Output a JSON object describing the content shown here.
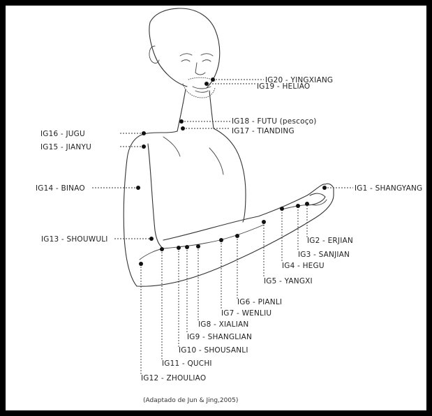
{
  "points": [
    {
      "id": "ig20",
      "label": "IG20 - YINGXIANG"
    },
    {
      "id": "ig19",
      "label": "IG19 - HELIAO"
    },
    {
      "id": "ig18",
      "label": "IG18 - FUTU (pescoço)"
    },
    {
      "id": "ig17",
      "label": "IG17 - TIANDING"
    },
    {
      "id": "ig16",
      "label": "IG16 - JUGU"
    },
    {
      "id": "ig15",
      "label": "IG15 - JIANYU"
    },
    {
      "id": "ig14",
      "label": "IG14 - BINAO"
    },
    {
      "id": "ig13",
      "label": "IG13 - SHOUWULI"
    },
    {
      "id": "ig1",
      "label": "IG1 - SHANGYANG"
    },
    {
      "id": "ig2",
      "label": "IG2 - ERJIAN"
    },
    {
      "id": "ig3",
      "label": "IG3 - SANJIAN"
    },
    {
      "id": "ig4",
      "label": "IG4 - HEGU"
    },
    {
      "id": "ig5",
      "label": "IG5 - YANGXI"
    },
    {
      "id": "ig6",
      "label": "IG6 - PIANLI"
    },
    {
      "id": "ig7",
      "label": "IG7 - WENLIU"
    },
    {
      "id": "ig8",
      "label": "IG8 - XIALIAN"
    },
    {
      "id": "ig9",
      "label": "IG9 - SHANGLIAN"
    },
    {
      "id": "ig10",
      "label": "IG10 - SHOUSANLI"
    },
    {
      "id": "ig11",
      "label": "IG11 - QUCHI"
    },
    {
      "id": "ig12",
      "label": "IG12 - ZHOULIAO"
    }
  ],
  "caption": "(Adaptado de Jun & Jing,2005)"
}
